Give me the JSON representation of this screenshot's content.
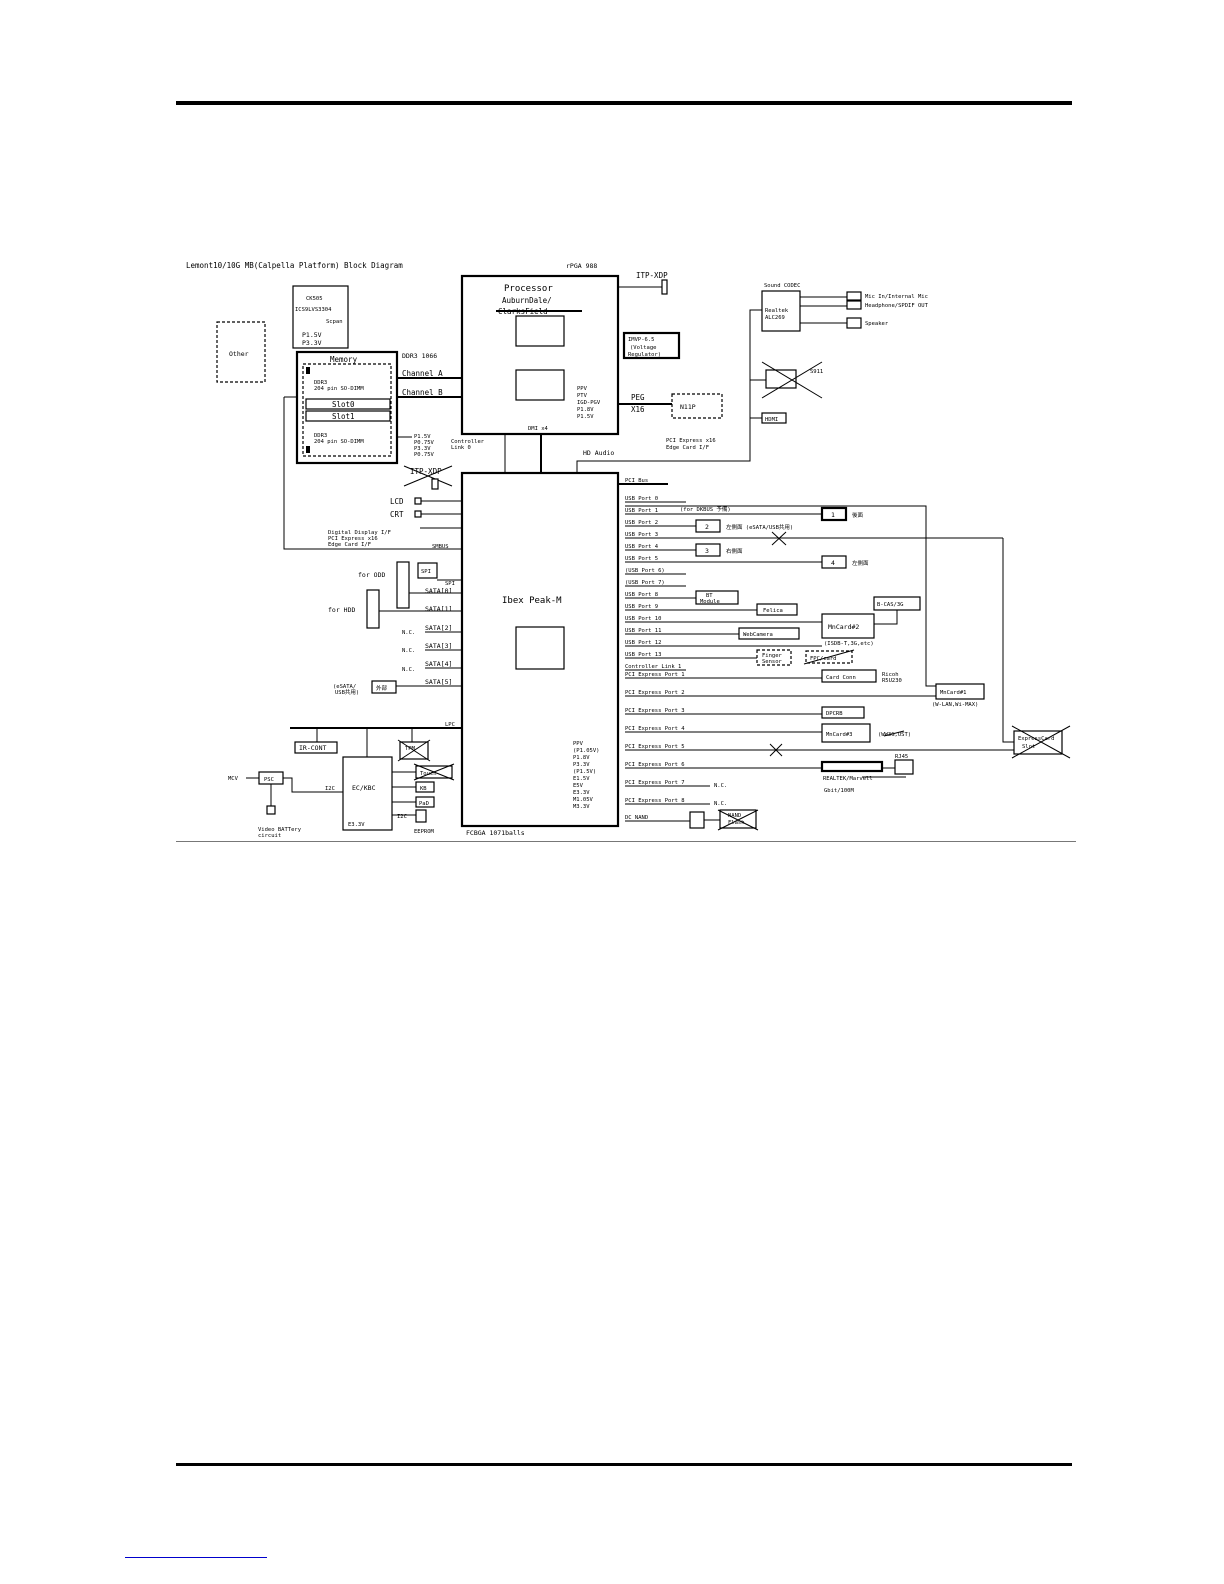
{
  "diagram": {
    "title": "Lemont10/10G MB(Calpella Platform) Block Diagram",
    "cpu": {
      "package": "rPGA 988",
      "name": "Processor",
      "codename": "AuburnDale/",
      "codename_struck": "ClarksField",
      "power": [
        "PPV",
        "PTV",
        "IGD-PGV",
        "P1.8V",
        "P1.5V"
      ],
      "dmi": "DMI x4",
      "itp": "ITP-XDP",
      "peg": "PEG",
      "peg_width": "X16"
    },
    "imvp": [
      "IMVP-6.5",
      "(Voltage",
      "Regulator)"
    ],
    "clock": [
      "CK505",
      "ICS9LVS3304",
      "Scpan"
    ],
    "clock_power": [
      "P1.5V",
      "P3.3V"
    ],
    "other_box": "Other",
    "memory": {
      "title": "Memory",
      "ddr": "DDR3 1066",
      "channel_a": "Channel A",
      "channel_b": "Channel B",
      "slot0_line1": "DDR3",
      "slot0_line2": "204 pin SO-DIMM",
      "slot0": "Slot0",
      "slot1": "Slot1",
      "slot1_line1": "DDR3",
      "slot1_line2": "204 pin SO-DIMM",
      "power": [
        "P1.5V",
        "P0.75V",
        "P3.3V",
        "P0.75V"
      ]
    },
    "gpu": {
      "name": "N11P",
      "bus_label": [
        "PCI Express x16",
        "Edge Card I/F"
      ]
    },
    "controller_link0": [
      "Controller",
      "Link 0"
    ],
    "hd_audio": "HD Audio",
    "audio": {
      "codec_title": "Sound CODEC",
      "codec": [
        "Realtek",
        "ALC269"
      ],
      "outputs": [
        "Mic In/Internal Mic",
        "Headphone/SPDIF OUT",
        "Speaker"
      ],
      "hdmi": "HDMI",
      "s_mark": "S911"
    },
    "pch": {
      "name": "Ibex Peak-M",
      "package": "FCBGA 1071balls",
      "power": [
        "PPV",
        "(P1.05V)",
        "P1.8V",
        "P3.3V",
        "(P1.5V)",
        "E1.5V",
        "E5V",
        "E3.3V",
        "M1.05V",
        "M3.3V"
      ]
    },
    "itp_xdp_struck": "ITP-XDP",
    "left": {
      "lcd": "LCD",
      "crt": "CRT",
      "display_if": [
        "Digital Display I/F",
        "PCI Express x16",
        "Edge Card I/F"
      ],
      "smbus": "SMBUS",
      "for_odd": "for ODD",
      "for_hdd": "for HDD",
      "spi": "SPI",
      "spi_bus": "SPI",
      "sata": [
        "SATA[0]",
        "SATA[1]",
        "SATA[2]",
        "SATA[3]",
        "SATA[4]",
        "SATA[5]"
      ],
      "nc": [
        "N.C.",
        "N.C.",
        "N.C."
      ],
      "esata": [
        "(eSATA/",
        "USB共用)"
      ],
      "esata_conn": "外部",
      "lpc": "LPC",
      "ir": "IR-CONT",
      "tpm": "TPM",
      "ec": "EC/KBC",
      "ec_power": "E3.3V",
      "i2c": "I2C",
      "kb": "KB",
      "pad": "PaD",
      "touch": "Touch",
      "i2c2": "I2C",
      "eeprom": "EEPROM",
      "mcv": "MCV",
      "psc": "PSC",
      "battery": [
        "Video BATTery",
        "circuit"
      ]
    },
    "right": {
      "pci_bus": "PCI Bus",
      "usb": [
        "USB Port 0",
        "USB Port 1",
        "USB Port 2",
        "USB Port 3",
        "USB Port 4",
        "USB Port 5",
        "(USB Port 6)",
        "(USB Port 7)",
        "USB Port 8",
        "USB Port 9",
        "USB Port 10",
        "USB Port 11",
        "USB Port 12",
        "USB Port 13"
      ],
      "usb1_note": "(for DKBUS 予備)",
      "usb_ext": [
        "1",
        "2",
        "3",
        "4"
      ],
      "usb_ext_notes": [
        "後面",
        "左側面 (eSATA/USB共用)",
        "右側面",
        "左側面"
      ],
      "bt": [
        "BT",
        "Module"
      ],
      "felica": "Felica",
      "webcam": "WebCamera",
      "minicard2": "MnCard#2",
      "bcas": "B-CAS/3G",
      "minicard2_note": "(ISDB-T,3G,etc)",
      "finger": [
        "Finger",
        "Sensor"
      ],
      "fpc": "FPC/card",
      "controller_link1": "Controller Link 1",
      "pcie": [
        "PCI Express Port 1",
        "PCI Express Port 2",
        "PCI Express Port 3",
        "PCI Express Port 4",
        "PCI Express Port 5",
        "PCI Express Port 6",
        "PCI Express Port 7",
        "PCI Express Port 8"
      ],
      "card": "Card Conn",
      "ricoh": [
        "Ricoh",
        "R5U230"
      ],
      "minicard1": "MnCard#1",
      "minicard1_note": "(W-LAN,Wi-MAX)",
      "dpcrb": "DPCRB",
      "minicard3": "MnCard#3",
      "minicard3_note": "(WW3G,UST)",
      "wwan": "WWAN",
      "express_card": [
        "ExpressCard",
        "Slot"
      ],
      "lan": "REALTEK/Marvell",
      "lan_speed": "Gbit/100M",
      "rj45": "RJ45",
      "nc7": "N.C.",
      "nc8": "N.C.",
      "dc_nand": "DC NAND",
      "nand": [
        "NAND",
        "Flash"
      ]
    }
  }
}
